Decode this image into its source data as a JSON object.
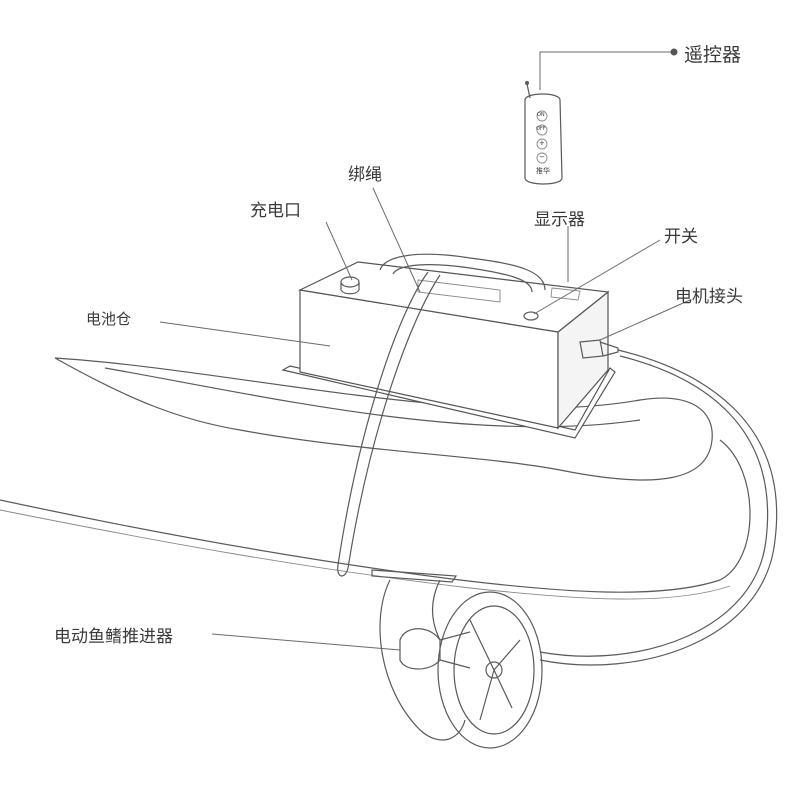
{
  "labels": {
    "remote": "遥控器",
    "rope": "绑绳",
    "charge_port": "充电口",
    "display": "显示器",
    "switch": "开关",
    "motor_connector": "电机接头",
    "battery_box": "电池仓",
    "thruster": "电动鱼鳍推进器"
  },
  "remote_buttons": [
    "ON",
    "OFF",
    "+",
    "−"
  ],
  "remote_brand": "推华",
  "colors": {
    "line": "#5a5a5a",
    "text": "#3a3a3a",
    "background": "#ffffff"
  }
}
